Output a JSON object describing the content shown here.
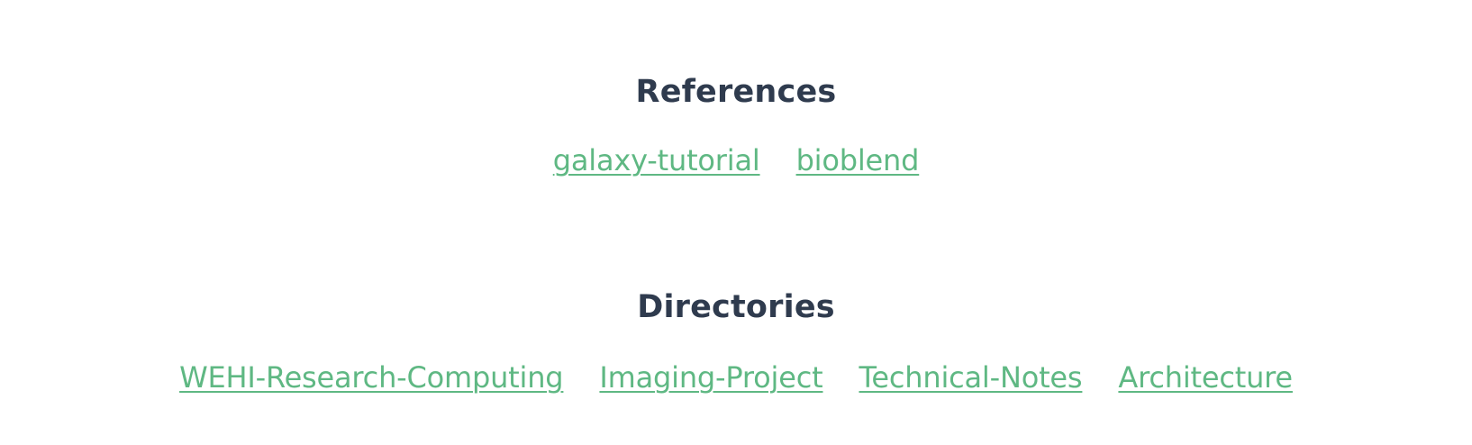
{
  "references": {
    "title": "References",
    "links": [
      {
        "label": "galaxy-tutorial"
      },
      {
        "label": "bioblend"
      }
    ]
  },
  "directories": {
    "title": "Directories",
    "links": [
      {
        "label": "WEHI-Research-Computing"
      },
      {
        "label": "Imaging-Project"
      },
      {
        "label": "Technical-Notes"
      },
      {
        "label": "Architecture"
      }
    ]
  },
  "colors": {
    "heading": "#2f3b4e",
    "link": "#5fb883",
    "background": "#ffffff"
  }
}
